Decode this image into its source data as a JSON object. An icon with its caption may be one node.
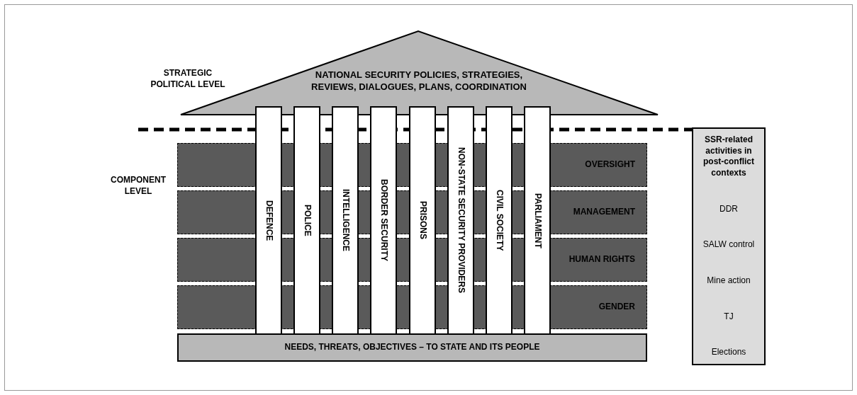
{
  "diagram": {
    "nodes": [
      {
        "text": [
          "NATIONAL SECURITY  POLICIES, STRATEGIES, REVIEWS, DIALOGUES, PLANS, COORDINATION"
        ]
      },
      {
        "text": [
          "DEFENCE"
        ]
      },
      {
        "text": [
          "POLICE"
        ]
      },
      {
        "text": [
          "INTELLIGENCE"
        ]
      },
      {
        "text": [
          "BORDER SECURITY"
        ]
      },
      {
        "text": [
          "PRISONS"
        ]
      },
      {
        "text": [
          "NON-STATE SECURITY PROVIDERS"
        ]
      },
      {
        "text": [
          "CIVIL SOCIETY"
        ]
      },
      {
        "text": [
          "PARLIAMENT"
        ]
      },
      {
        "text": [
          "OVERSIGHT"
        ]
      },
      {
        "text": [
          "MANAGEMENT"
        ]
      },
      {
        "text": [
          "HUMAN RIGHTS"
        ]
      },
      {
        "text": [
          "GENDER"
        ]
      },
      {
        "text": [
          "NEEDS, THREATS, OBJECTIVES – TO STATE AND ITS PEOPLE"
        ]
      },
      {
        "text": [
          "SSR-related activities in post-conflict contexts",
          "DDR",
          "SALW control",
          "Mine action",
          "TJ",
          "Elections"
        ]
      }
    ],
    "edges": [],
    "labels": [
      "STRATEGIC POLITICAL LEVEL",
      "COMPONENT LEVEL"
    ]
  }
}
